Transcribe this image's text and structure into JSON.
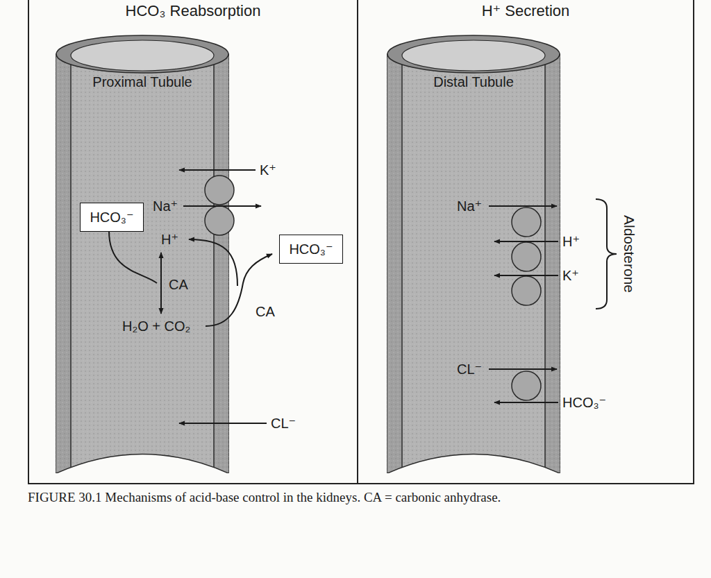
{
  "diagram": {
    "caption": "FIGURE 30.1 Mechanisms of acid-base control in the kidneys. CA = carbonic anhydrase.",
    "nodes": [
      {
        "text": [
          "HCO₃ Reabsorption"
        ]
      },
      {
        "text": [
          "Proximal Tubule"
        ],
        "in": 0
      },
      {
        "text": [
          "HCO₃⁻"
        ],
        "in": 1
      },
      {
        "text": [
          "HCO₃⁻"
        ],
        "in": 0
      },
      {
        "text": [
          "H⁺ Secretion"
        ]
      },
      {
        "text": [
          "Distal Tubule"
        ],
        "in": 4
      }
    ],
    "labels": [
      "K⁺",
      "Na⁺",
      "H⁺",
      "CA",
      "H₂O + CO₂",
      "CA",
      "CL⁻",
      "Na⁺",
      "H⁺",
      "K⁺",
      "Aldosterone",
      "CL⁻",
      "HCO₃⁻"
    ]
  }
}
